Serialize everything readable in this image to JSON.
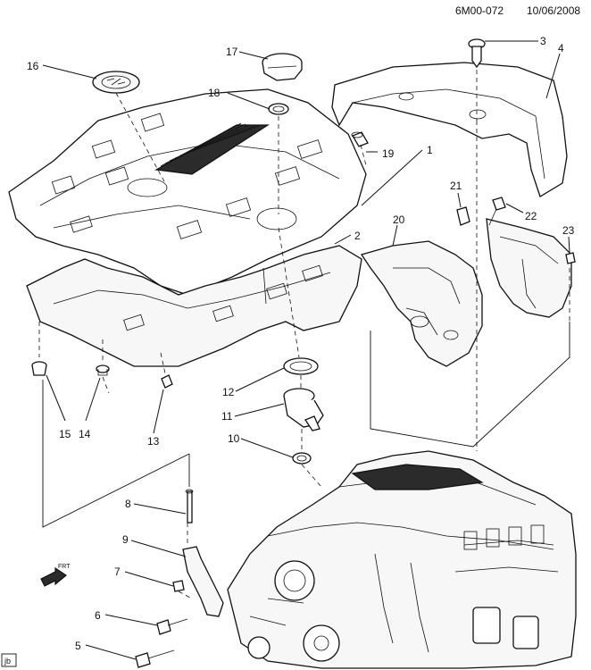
{
  "header": {
    "drawing_id": "6M00-072",
    "date": "10/06/2008"
  },
  "corner_tag": "jb",
  "front_tag": "FRT",
  "callouts": {
    "c1": "1",
    "c2": "2",
    "c3": "3",
    "c4": "4",
    "c5": "5",
    "c6": "6",
    "c7": "7",
    "c8": "8",
    "c9": "9",
    "c10": "10",
    "c11": "11",
    "c12": "12",
    "c13": "13",
    "c14": "14",
    "c15": "15",
    "c16": "16",
    "c17": "17",
    "c18": "18",
    "c19": "19",
    "c20": "20",
    "c21": "21",
    "c22": "22",
    "c23": "23"
  }
}
